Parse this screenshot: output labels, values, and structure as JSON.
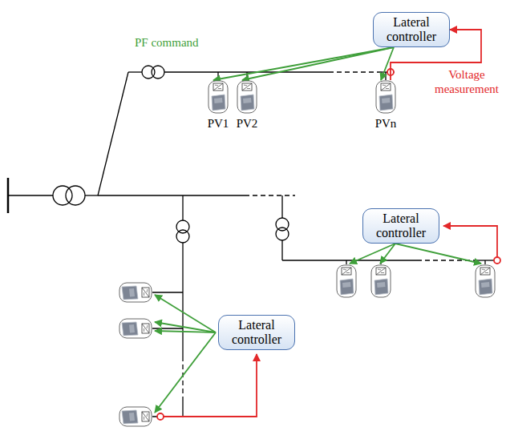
{
  "diagram": {
    "nodes": [
      {
        "text": [
          "Lateral controller"
        ]
      },
      {
        "text": [
          "PV1"
        ]
      },
      {
        "text": [
          "PV2"
        ]
      },
      {
        "text": [
          "PVn"
        ]
      },
      {
        "text": [
          "Lateral controller"
        ]
      },
      {
        "text": [
          "Lateral controller"
        ]
      }
    ],
    "edges": [
      {
        "from": 0,
        "to": 1,
        "arrow": "to"
      },
      {
        "from": 0,
        "to": 2,
        "arrow": "to"
      },
      {
        "from": 0,
        "to": 3,
        "arrow": "to"
      },
      {
        "from": 3,
        "to": 0,
        "arrow": "to"
      }
    ],
    "labels": [
      "PF command",
      "Voltage measurement"
    ]
  }
}
